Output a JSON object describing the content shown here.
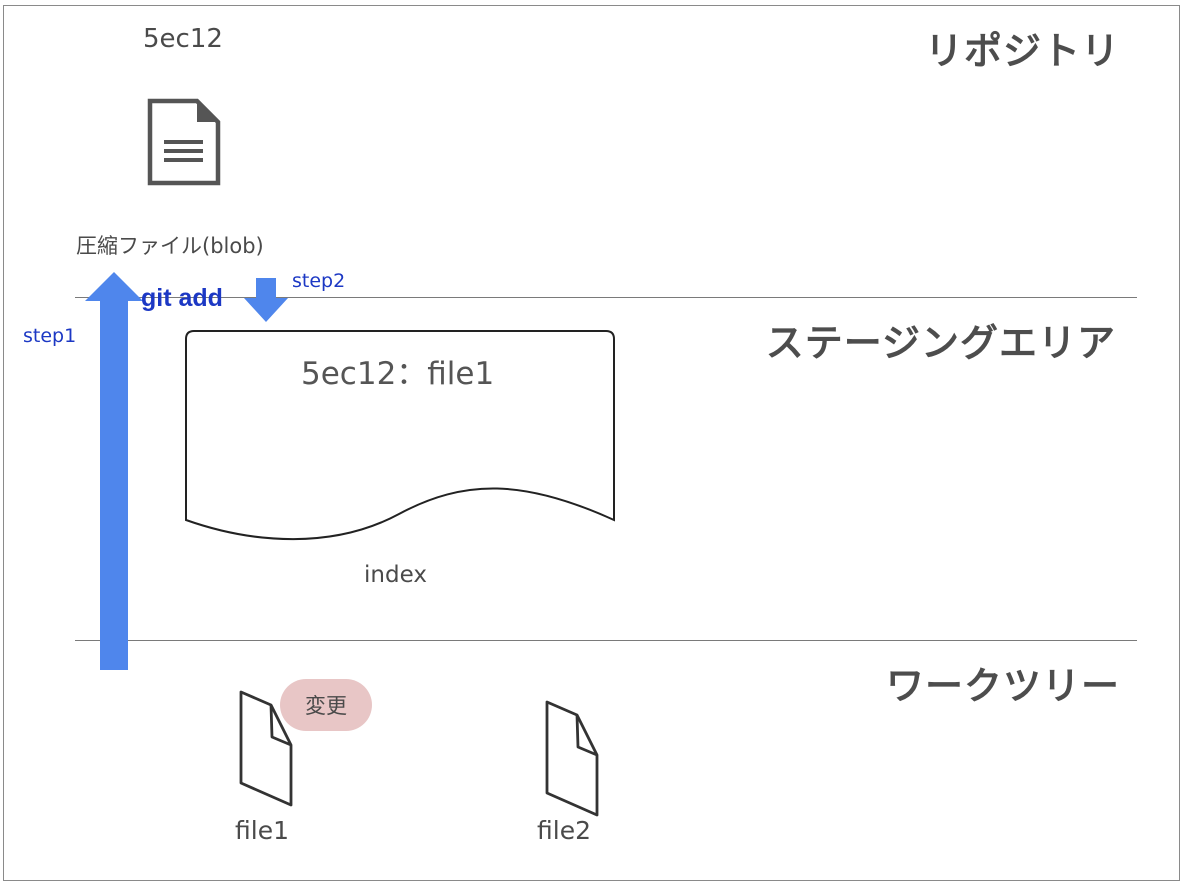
{
  "sections": {
    "repository": "リポジトリ",
    "staging": "ステージングエリア",
    "worktree": "ワークツリー"
  },
  "repository": {
    "hash": "5ec12",
    "blob_label": "圧縮ファイル(blob)",
    "icon": "document-icon"
  },
  "staging": {
    "entry": "5ec12：file1",
    "index_label": "index"
  },
  "steps": {
    "step1": "step1",
    "step2": "step2",
    "command": "git add"
  },
  "worktree": {
    "file1": "file1",
    "file2": "file2",
    "badge": "変更"
  },
  "colors": {
    "arrow": "#4f86ec",
    "step_text": "#1c38c4",
    "badge_bg": "#e8c6c6"
  }
}
